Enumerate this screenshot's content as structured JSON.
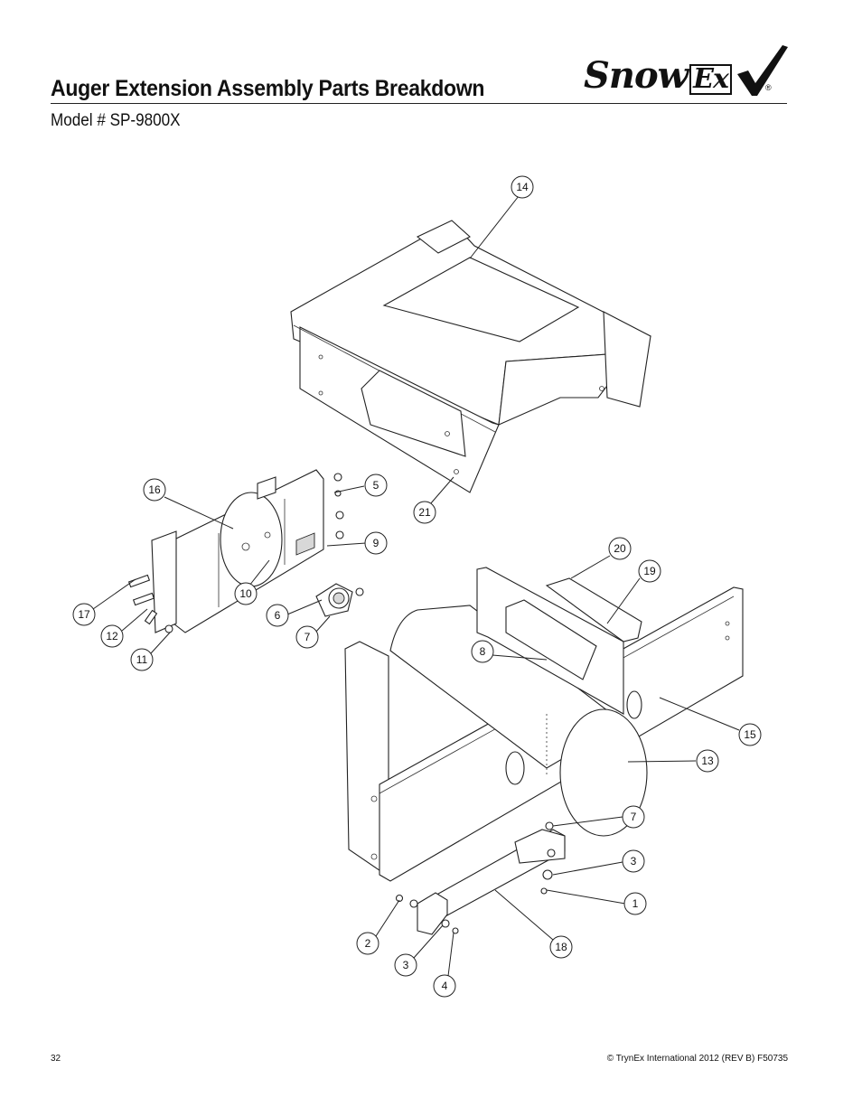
{
  "header": {
    "title": "Auger Extension Assembly Parts Breakdown",
    "model": "Model # SP-9800X",
    "logo": {
      "word_main": "Snow",
      "word_ex": "Ex",
      "reg_mark": "®"
    }
  },
  "callouts": [
    {
      "id": "c14",
      "label": "14"
    },
    {
      "id": "c16",
      "label": "16"
    },
    {
      "id": "c5",
      "label": "5"
    },
    {
      "id": "c21",
      "label": "21"
    },
    {
      "id": "c9",
      "label": "9"
    },
    {
      "id": "c20",
      "label": "20"
    },
    {
      "id": "c19",
      "label": "19"
    },
    {
      "id": "c10",
      "label": "10"
    },
    {
      "id": "c6",
      "label": "6"
    },
    {
      "id": "c17",
      "label": "17"
    },
    {
      "id": "c12",
      "label": "12"
    },
    {
      "id": "c7a",
      "label": "7"
    },
    {
      "id": "c11",
      "label": "11"
    },
    {
      "id": "c8",
      "label": "8"
    },
    {
      "id": "c15",
      "label": "15"
    },
    {
      "id": "c13",
      "label": "13"
    },
    {
      "id": "c7b",
      "label": "7"
    },
    {
      "id": "c3a",
      "label": "3"
    },
    {
      "id": "c1",
      "label": "1"
    },
    {
      "id": "c2",
      "label": "2"
    },
    {
      "id": "c18",
      "label": "18"
    },
    {
      "id": "c3b",
      "label": "3"
    },
    {
      "id": "c4",
      "label": "4"
    }
  ],
  "footer": {
    "page_number": "32",
    "copyright": "© TrynEx International 2012  (REV B) F50735"
  }
}
